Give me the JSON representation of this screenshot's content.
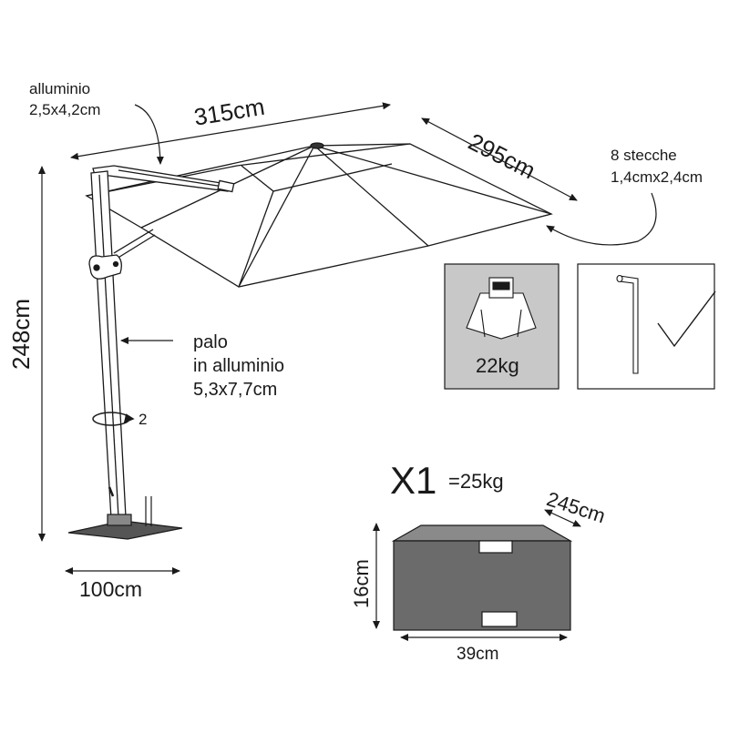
{
  "umbrella": {
    "width": "315cm",
    "depth": "295cm",
    "height": "248cm",
    "base_width": "100cm",
    "arm_material_line1": "alluminio",
    "arm_material_line2": "2,5x4,2cm",
    "ribs_line1": "8 stecche",
    "ribs_line2": "1,4cmx2,4cm",
    "pole_line1": "palo",
    "pole_line2": "in alluminio",
    "pole_line3": "5,3x7,7cm",
    "rotation_count": "2"
  },
  "accessories": {
    "base_weight_tag": "22kg",
    "checkmark_icon": "checkmark-icon",
    "allen_key_icon": "allen-key-icon"
  },
  "weight_block": {
    "quantity": "X1",
    "weight": "=25kg",
    "length": "245cm",
    "height": "16cm",
    "width": "39cm"
  },
  "colors": {
    "line": "#1a1a1a",
    "panel_gray": "#c8c8c8",
    "block_gray": "#6b6b6b"
  }
}
